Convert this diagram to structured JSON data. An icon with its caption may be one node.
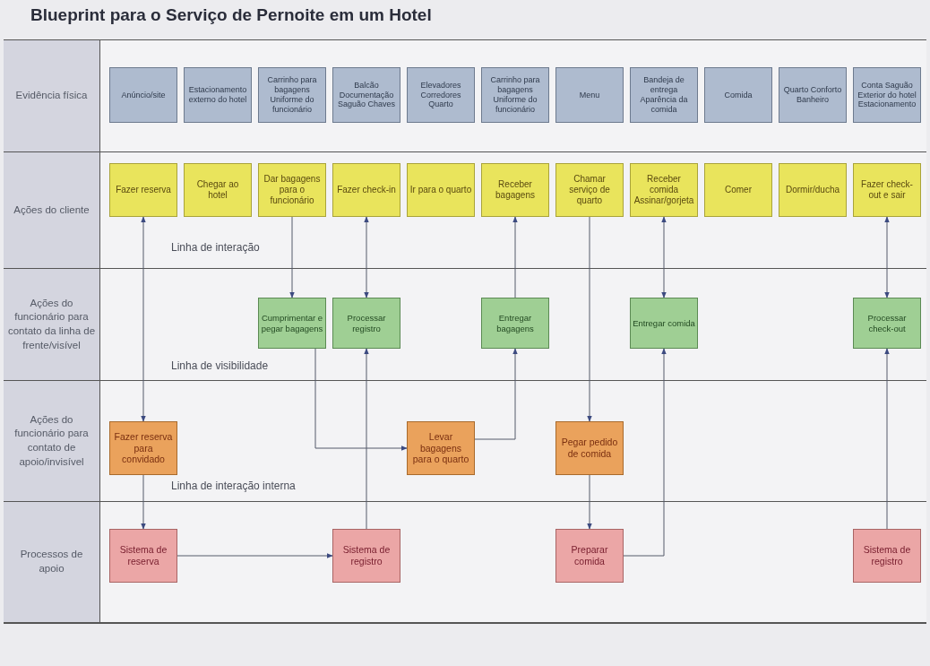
{
  "diagram": {
    "title": "Blueprint para o Serviço de Pernoite em um Hotel",
    "nodes": [
      {
        "text": [
          "Evidência física"
        ]
      },
      {
        "text": [
          "Anúncio/site"
        ],
        "in": 0
      },
      {
        "text": [
          "Estacionamento externo do hotel"
        ],
        "in": 0
      },
      {
        "text": [
          "Carrinho para bagagens Uniforme do funcionário"
        ],
        "in": 0
      },
      {
        "text": [
          "Balcão Documentação Saguão Chaves"
        ],
        "in": 0
      },
      {
        "text": [
          "Elevadores Corredores Quarto"
        ],
        "in": 0
      },
      {
        "text": [
          "Carrinho para bagagens Uniforme do funcionário"
        ],
        "in": 0
      },
      {
        "text": [
          "Menu"
        ],
        "in": 0
      },
      {
        "text": [
          "Bandeja de entrega Aparência da comida"
        ],
        "in": 0
      },
      {
        "text": [
          "Comida"
        ],
        "in": 0
      },
      {
        "text": [
          "Quarto Conforto Banheiro"
        ],
        "in": 0
      },
      {
        "text": [
          "Conta Saguão Exterior do hotel Estacionamento"
        ],
        "in": 0
      },
      {
        "text": [
          "Ações do cliente"
        ]
      },
      {
        "text": [
          "Fazer reserva"
        ],
        "in": 12
      },
      {
        "text": [
          "Chegar ao hotel"
        ],
        "in": 12
      },
      {
        "text": [
          "Dar bagagens para o funcionário"
        ],
        "in": 12
      },
      {
        "text": [
          "Fazer check-in"
        ],
        "in": 12
      },
      {
        "text": [
          "Ir para o quarto"
        ],
        "in": 12
      },
      {
        "text": [
          "Receber bagagens"
        ],
        "in": 12
      },
      {
        "text": [
          "Chamar serviço de quarto"
        ],
        "in": 12
      },
      {
        "text": [
          "Receber comida Assinar/gorjeta"
        ],
        "in": 12
      },
      {
        "text": [
          "Comer"
        ],
        "in": 12
      },
      {
        "text": [
          "Dormir/ducha"
        ],
        "in": 12
      },
      {
        "text": [
          "Fazer check-out e sair"
        ],
        "in": 12
      },
      {
        "text": [
          "Ações do funcionário para contato da linha de frente/visível"
        ]
      },
      {
        "text": [
          "Cumprimentar e pegar bagagens"
        ],
        "in": 24
      },
      {
        "text": [
          "Processar registro"
        ],
        "in": 24
      },
      {
        "text": [
          "Entregar bagagens"
        ],
        "in": 24
      },
      {
        "text": [
          "Entregar comida"
        ],
        "in": 24
      },
      {
        "text": [
          "Processar check-out"
        ],
        "in": 24
      },
      {
        "text": [
          "Ações do funcionário para contato de apoio/invisível"
        ]
      },
      {
        "text": [
          "Fazer reserva para convidado"
        ],
        "in": 30
      },
      {
        "text": [
          "Levar bagagens para o quarto"
        ],
        "in": 30
      },
      {
        "text": [
          "Pegar pedido de comida"
        ],
        "in": 30
      },
      {
        "text": [
          "Processos de apoio"
        ]
      },
      {
        "text": [
          "Sistema de reserva"
        ],
        "in": 34
      },
      {
        "text": [
          "Sistema de registro"
        ],
        "in": 34
      },
      {
        "text": [
          "Preparar comida"
        ],
        "in": 34
      },
      {
        "text": [
          "Sistema de registro"
        ],
        "in": 34
      }
    ],
    "edges": [
      {
        "from": 13,
        "to": 31,
        "arrow": "both"
      },
      {
        "from": 31,
        "to": 35,
        "arrow": "to"
      },
      {
        "from": 15,
        "to": 25,
        "arrow": "to"
      },
      {
        "from": 25,
        "to": 32,
        "arrow": "to"
      },
      {
        "from": 16,
        "to": 26,
        "arrow": "both"
      },
      {
        "from": 35,
        "to": 36,
        "arrow": "to"
      },
      {
        "from": 36,
        "to": 26,
        "arrow": "to"
      },
      {
        "from": 27,
        "to": 18,
        "arrow": "to"
      },
      {
        "from": 32,
        "to": 27,
        "arrow": "to"
      },
      {
        "from": 19,
        "to": 33,
        "arrow": "to"
      },
      {
        "from": 33,
        "to": 37,
        "arrow": "to"
      },
      {
        "from": 37,
        "to": 28,
        "arrow": "to"
      },
      {
        "from": 28,
        "to": 20,
        "arrow": "both"
      },
      {
        "from": 23,
        "to": 29,
        "arrow": "both"
      },
      {
        "from": 38,
        "to": 29,
        "arrow": "to"
      }
    ],
    "labels": [
      "Linha de interação",
      "Linha de visibilidade",
      "Linha de interação interna"
    ]
  }
}
